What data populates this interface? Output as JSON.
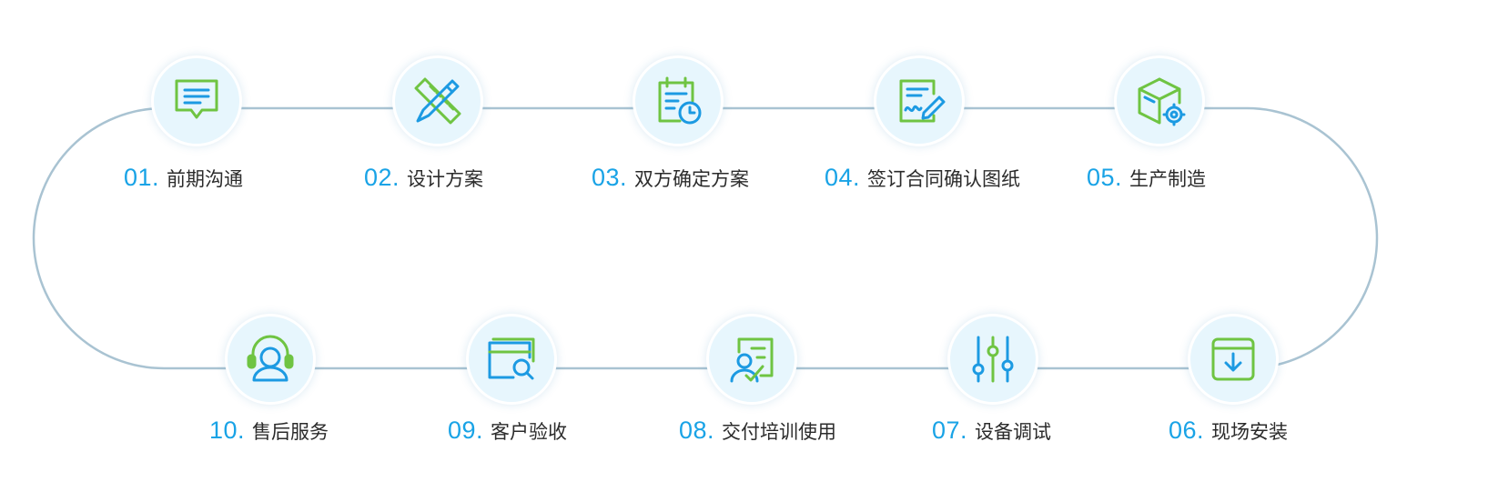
{
  "colors": {
    "accent": "#19a3e6",
    "icon_green": "#6fc442",
    "icon_blue": "#1c9ae2",
    "track": "#a9c3d2",
    "node_bg": "#e7f6fd",
    "text": "#2b2b2b"
  },
  "steps": [
    {
      "num": "01.",
      "text": "前期沟通",
      "icon": "chat-icon"
    },
    {
      "num": "02.",
      "text": "设计方案",
      "icon": "pencil-ruler-icon"
    },
    {
      "num": "03.",
      "text": "双方确定方案",
      "icon": "schedule-clock-icon"
    },
    {
      "num": "04.",
      "text": "签订合同确认图纸",
      "icon": "sign-contract-icon"
    },
    {
      "num": "05.",
      "text": "生产制造",
      "icon": "box-gear-icon"
    },
    {
      "num": "06.",
      "text": "现场安装",
      "icon": "download-box-icon"
    },
    {
      "num": "07.",
      "text": "设备调试",
      "icon": "sliders-icon"
    },
    {
      "num": "08.",
      "text": "交付培训使用",
      "icon": "training-icon"
    },
    {
      "num": "09.",
      "text": "客户验收",
      "icon": "browser-search-icon"
    },
    {
      "num": "10.",
      "text": "售后服务",
      "icon": "headset-icon"
    }
  ]
}
